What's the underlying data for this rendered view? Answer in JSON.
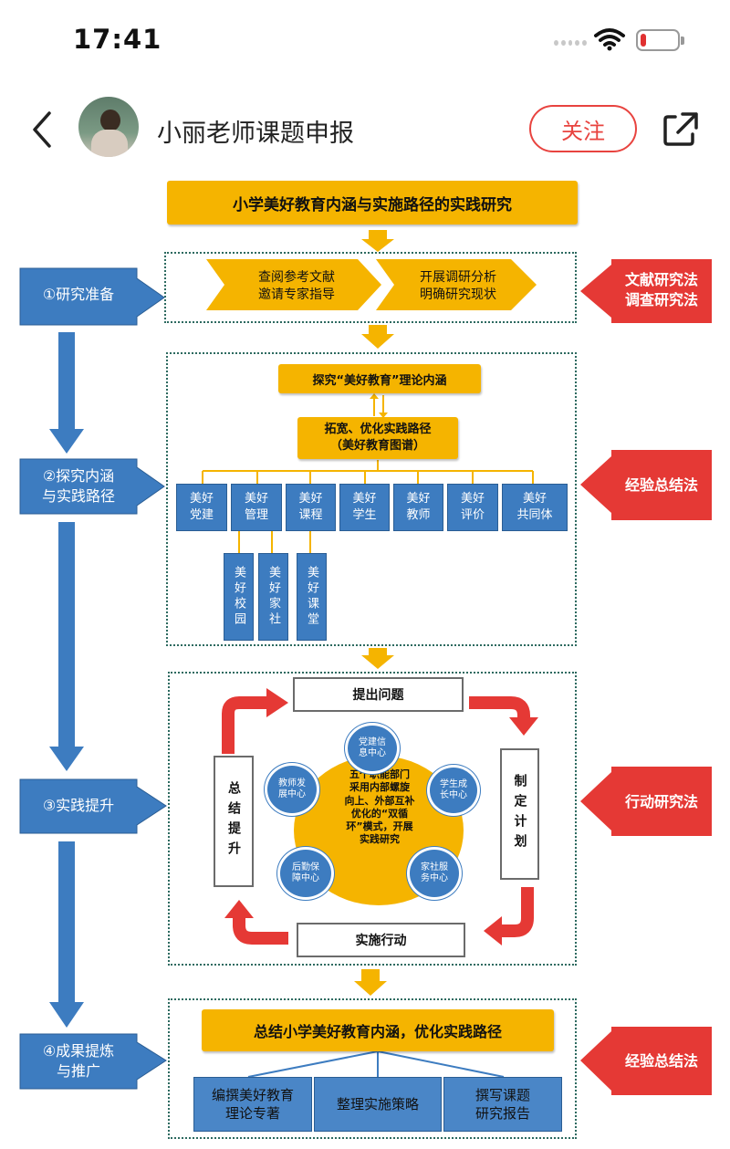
{
  "status_bar": {
    "time": "17:41"
  },
  "header": {
    "author_name": "小丽老师课题申报",
    "follow_label": "关注"
  },
  "icons": {
    "back": "chevron-left-icon",
    "share": "share-icon",
    "wifi": "wifi-icon",
    "battery": "battery-low-icon"
  },
  "colors": {
    "accent": "#e8433f",
    "yellow": "#f5b400",
    "blue": "#3d7cc0",
    "red": "#e53935"
  },
  "diagram": {
    "title": "小学美好教育内涵与实施路径的实践研究",
    "stage1": {
      "label": "①研究准备",
      "item1": "查阅参考文献\n邀请专家指导",
      "item2": "开展调研分析\n明确研究现状",
      "method": "文献研究法\n调查研究法"
    },
    "stage2": {
      "label": "②探究内涵\n与实践路径",
      "explore": "探究“美好教育”理论内涵",
      "expand": "拓宽、优化实践路径\n（美好教育图谱）",
      "categories": [
        "美好\n党建",
        "美好\n管理",
        "美好\n课程",
        "美好\n学生",
        "美好\n教师",
        "美好\n评价",
        "美好\n共同体"
      ],
      "sub_items": [
        "美好校园",
        "美好家社",
        "美好课堂"
      ],
      "method": "经验总结法"
    },
    "stage3": {
      "label": "③实践提升",
      "problem": "提出问题",
      "plan": "制定计划",
      "action": "实施行动",
      "summary": "总结提升",
      "center": "五个职能部门\n采用内部螺旋\n向上、外部互补\n优化的“双循\n环”模式，开展\n实践研究",
      "centers": [
        "党建信\n息中心",
        "学生成\n长中心",
        "家社服\n务中心",
        "后勤保\n障中心",
        "教师发\n展中心"
      ],
      "method": "行动研究法"
    },
    "stage4": {
      "label": "④成果提炼\n与推广",
      "summary": "总结小学美好教育内涵，优化实践路径",
      "outputs": [
        "编撰美好教育\n理论专著",
        "整理实施策略",
        "撰写课题\n研究报告"
      ],
      "method": "经验总结法"
    }
  }
}
